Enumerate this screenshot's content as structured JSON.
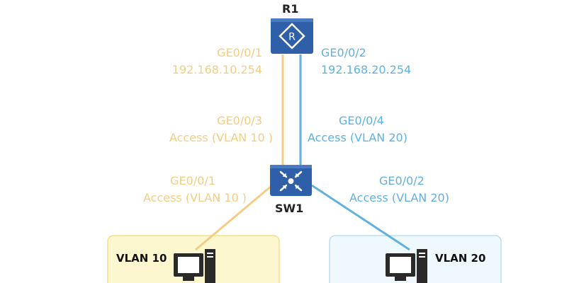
{
  "devices": {
    "router": {
      "name": "R1"
    },
    "switch": {
      "name": "SW1"
    }
  },
  "links": {
    "r1_left": {
      "interface": "GE0/0/1",
      "ip": "192.168.10.254"
    },
    "r1_right": {
      "interface": "GE0/0/2",
      "ip": "192.168.20.254"
    },
    "sw_up_left": {
      "interface": "GE0/0/3",
      "mode": "Access (VLAN 10 )"
    },
    "sw_up_right": {
      "interface": "GE0/0/4",
      "mode": "Access (VLAN 20)"
    },
    "sw_down_left": {
      "interface": "GE0/0/1",
      "mode": "Access (VLAN 10 )"
    },
    "sw_down_right": {
      "interface": "GE0/0/2",
      "mode": "Access (VLAN 20)"
    }
  },
  "vlans": [
    {
      "label": "VLAN 10"
    },
    {
      "label": "VLAN 20"
    }
  ],
  "colors": {
    "vlan10_line": "#f2cd83",
    "vlan20_line": "#5fb2e0",
    "device_blue": "#2f5fa8",
    "vlan10_box": "#fdf7cf",
    "vlan20_box": "#eef8fd"
  }
}
